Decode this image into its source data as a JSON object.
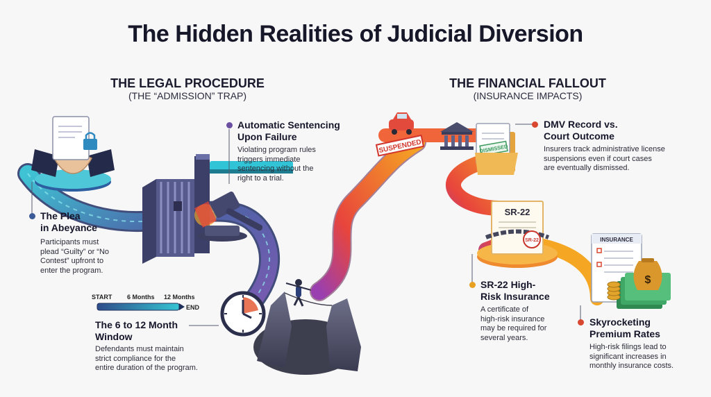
{
  "title": "The Hidden Realities of Judicial Diversion",
  "left_section": {
    "heading": "THE LEGAL PROCEDURE",
    "subheading": "(THE “ADMISSION” TRAP)"
  },
  "right_section": {
    "heading": "THE FINANCIAL FALLOUT",
    "subheading": "(INSURANCE IMPACTS)"
  },
  "callouts": {
    "plea": {
      "title_line1": "The Plea",
      "title_line2": "in Abeyance",
      "text": [
        "Participants must",
        "plead “Guilty” or “No",
        "Contest” upfront to",
        "enter the program."
      ]
    },
    "sentencing": {
      "title_line1": "Automatic Sentencing",
      "title_line2": "Upon Failure",
      "text": [
        "Violating program rules",
        "triggers immediate",
        "sentencing without the",
        "right to a trial."
      ]
    },
    "window": {
      "title_line1": "The 6 to 12 Month",
      "title_line2": "Window",
      "text": [
        "Defendants must maintain",
        "strict compliance for the",
        "entire duration of the program."
      ]
    },
    "dmv": {
      "title_line1": "DMV Record vs.",
      "title_line2": "Court Outcome",
      "text": [
        "Insurers track administrative license",
        "suspensions even if court cases",
        "are eventually dismissed."
      ]
    },
    "sr22": {
      "title_line1": "SR-22 High-",
      "title_line2": "Risk Insurance",
      "text": [
        "A certificate of",
        "high-risk insurance",
        "may be required for",
        "several years."
      ]
    },
    "premium": {
      "title_line1": "Skyrocketing",
      "title_line2": "Premium Rates",
      "text": [
        "High-risk filings lead to",
        "significant increases in",
        "monthly insurance costs."
      ]
    }
  },
  "timeline": {
    "start": "START",
    "six": "6 Months",
    "twelve": "12 Months",
    "end": "END"
  },
  "stamps": {
    "suspended": "SUSPENDED",
    "dismissed": "DISMISSED",
    "sr22_big": "SR-22",
    "sr22_small": "SR-22",
    "insurance": "INSURANCE"
  },
  "colors": {
    "left_path": "#5b6fa8",
    "right_path_start": "#e8453c",
    "right_path_end": "#f5a623",
    "dot_purple": "#6b4fa0",
    "dot_blue": "#3a5a98",
    "dot_red": "#d8472f",
    "dot_orange": "#e8a020"
  }
}
